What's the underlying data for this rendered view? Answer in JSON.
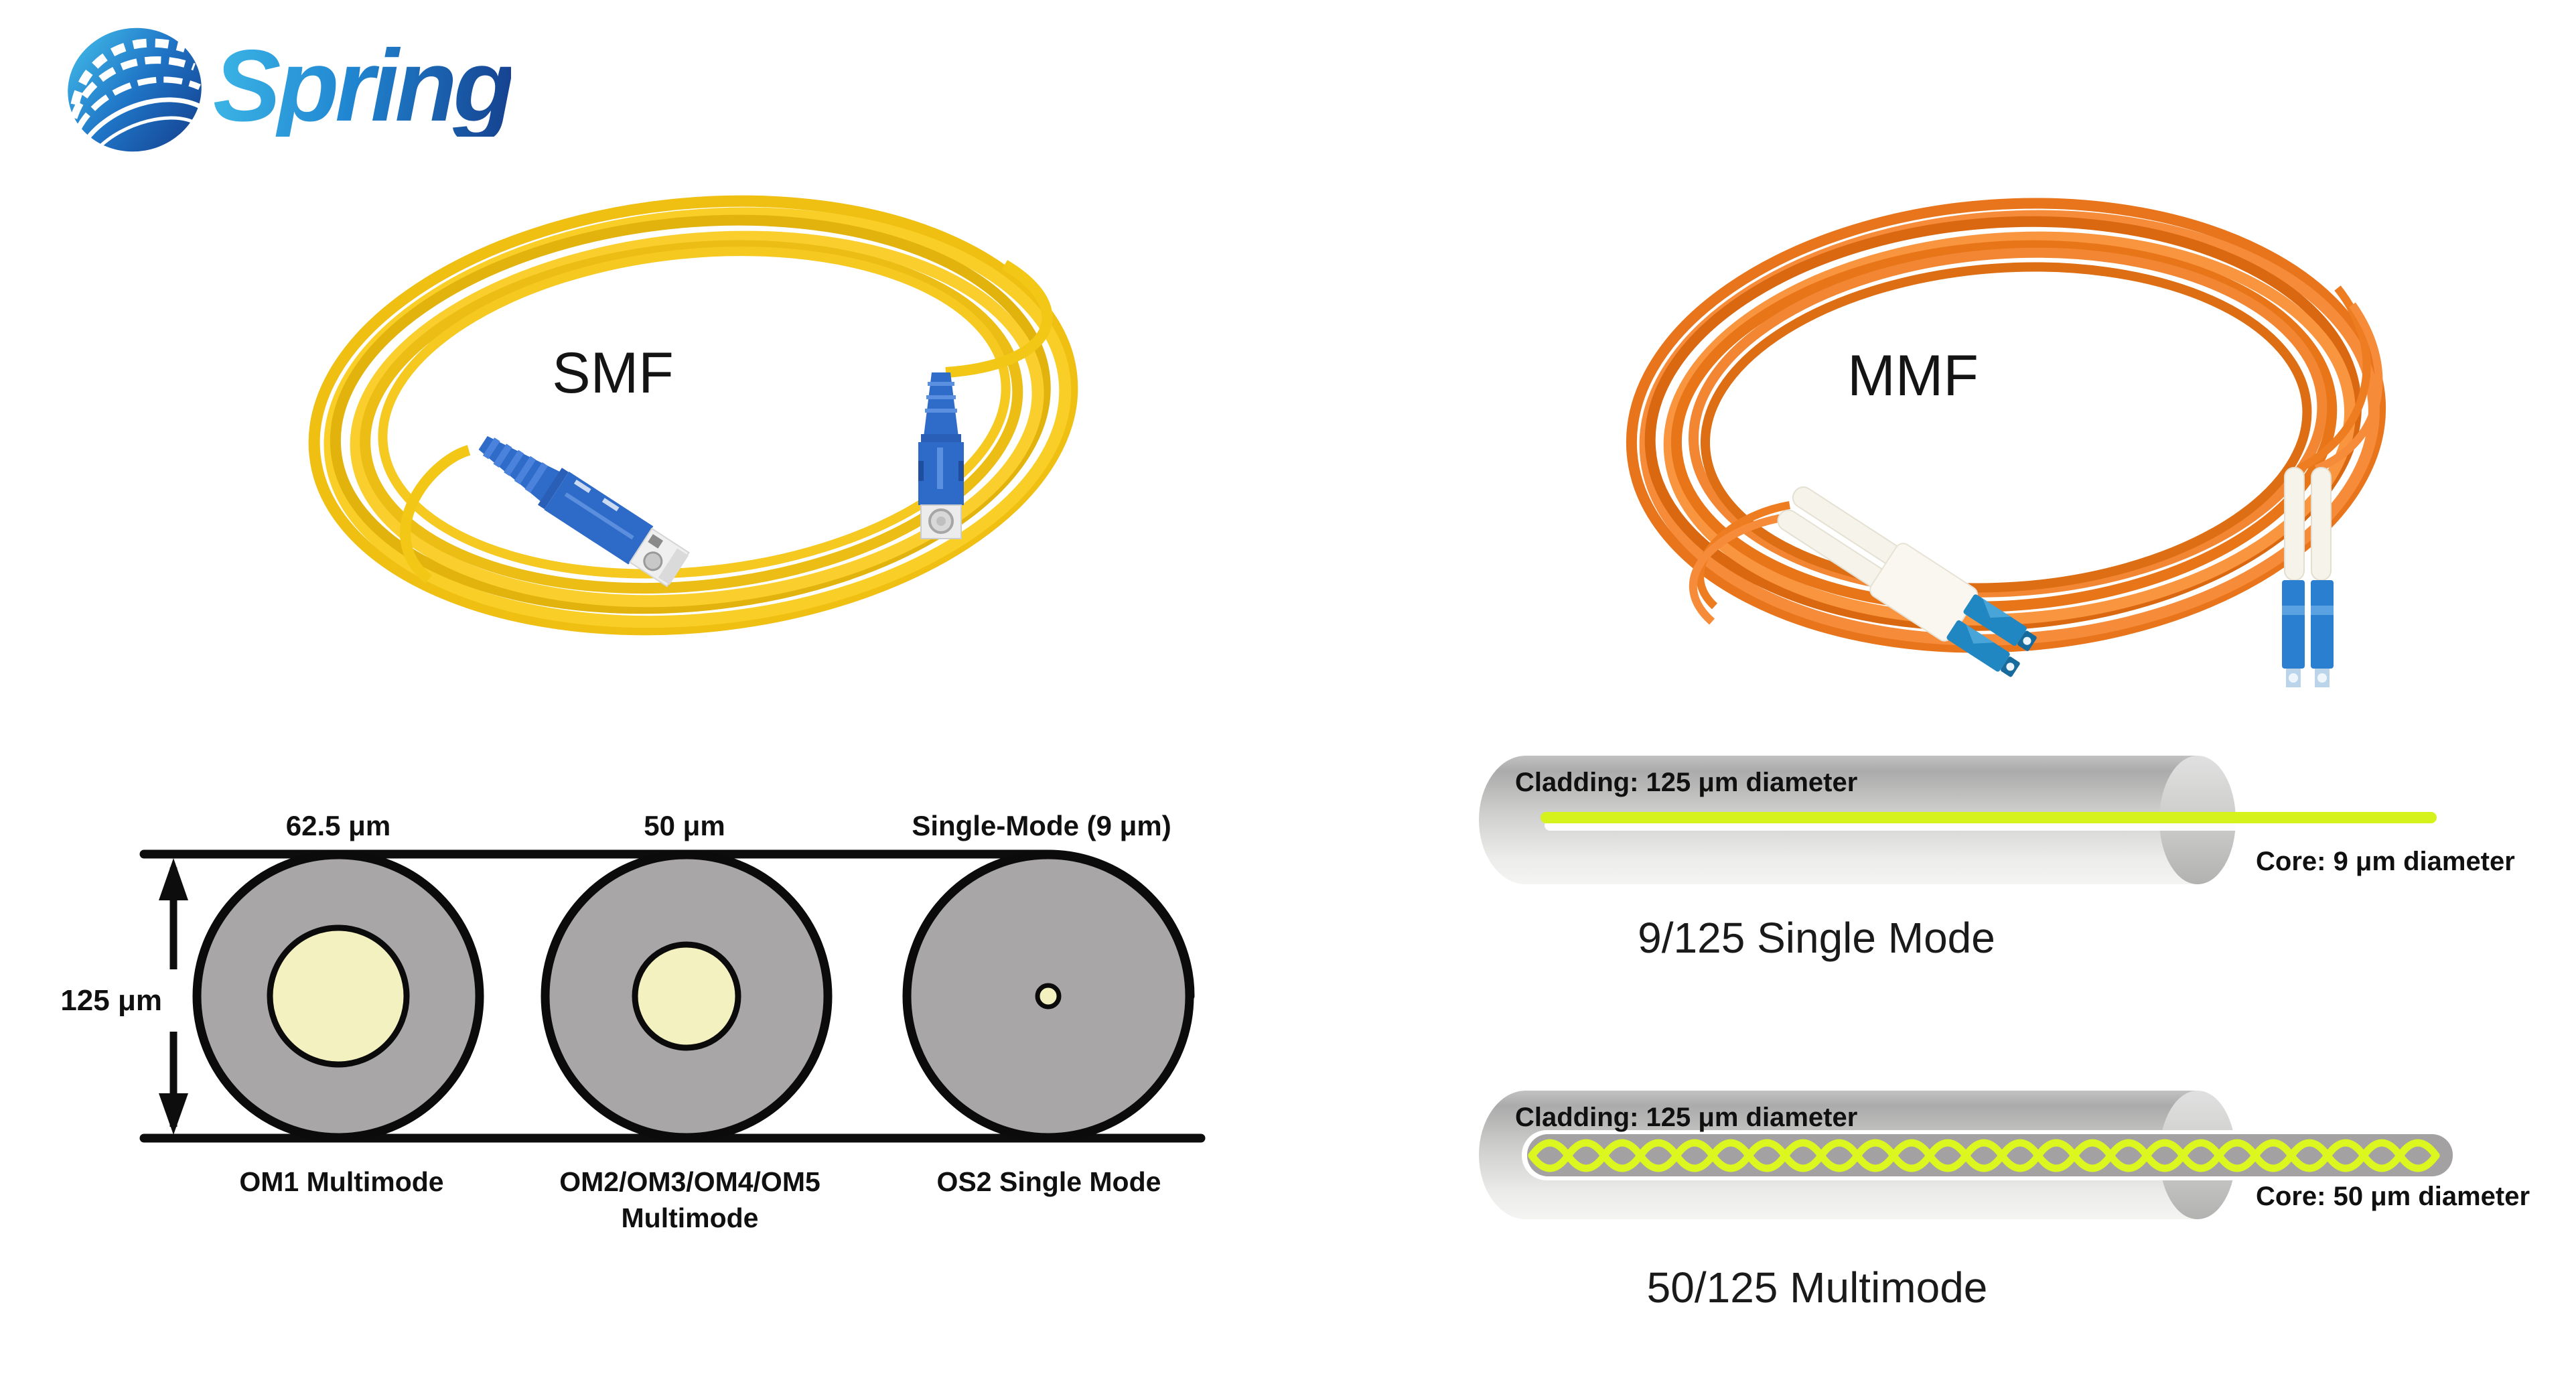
{
  "logo": {
    "text": "Spring"
  },
  "photos": {
    "smf": {
      "label": "SMF"
    },
    "mmf": {
      "label": "MMF"
    }
  },
  "cross_section": {
    "top_labels": [
      "62.5 μm",
      "50 μm",
      "Single-Mode (9 μm)"
    ],
    "left_label": "125 μm",
    "bottom_labels": {
      "om1": "OM1 Multimode",
      "om2_line1": "OM2/OM3/OM4/OM5",
      "om2_line2": "Multimode",
      "os2": "OS2 Single Mode"
    }
  },
  "cylinders": {
    "single_mode": {
      "cladding": "Cladding: 125 μm diameter",
      "core": "Core: 9 μm diameter",
      "title": "9/125 Single Mode"
    },
    "multimode": {
      "cladding": "Cladding: 125 μm diameter",
      "core": "Core: 50 μm diameter",
      "title": "50/125 Multimode"
    }
  },
  "colors": {
    "smf_cable_yellow": "#F2C715",
    "mmf_cable_orange": "#EE7D22",
    "sc_connector_blue": "#2E6AC8",
    "lc_connector_blue": "#2B7FD0",
    "cladding_gray": "#A8A6A6",
    "core_cream": "#F4F1C0",
    "core_chartreuse": "#D8F31F",
    "cylinder_gray": "#C9C9C9",
    "logo_blue_light": "#3CB6E6",
    "logo_blue_dark": "#15418F",
    "text_black": "#101010"
  }
}
